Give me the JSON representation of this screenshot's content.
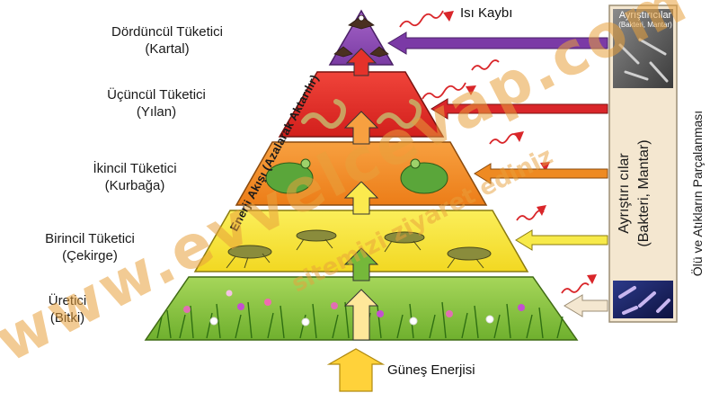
{
  "levels": [
    {
      "name": "Dördüncül Tüketici",
      "organism": "(Kartal)",
      "color": "#8f4bb5"
    },
    {
      "name": "Üçüncül Tüketici",
      "organism": "(Yılan)",
      "color": "#e52a24"
    },
    {
      "name": "İkincil Tüketici",
      "organism": "(Kurbağa)",
      "color": "#f08a22"
    },
    {
      "name": "Birincil Tüketici",
      "organism": "(Çekirge)",
      "color": "#f7e63a"
    },
    {
      "name": "Üretici",
      "organism": "(Bitki)",
      "color": "#86c540"
    }
  ],
  "heat_loss_label": "Isı Kaybı",
  "sun_label": "Güneş Enerjisi",
  "energy_flow_label": "Enerji Akışı (Azalarak Aktarılır)",
  "decomposers_box": {
    "title": "Ayrıştırıcılar",
    "subtitle": "(Bakteri, Mantar)",
    "label_line1": "Ayrıştırı cılar",
    "label_line2": "(Bakteri, Mantar)",
    "side_label": "Ölü ve Atıkların Parçalanması"
  },
  "watermark": "www.evvelcevap.com",
  "watermark_sub": "sitemizi ziyaret ediniz",
  "colors": {
    "box_fill": "#f4e7d0",
    "box_stroke": "#9b8d74",
    "purple_arrow": "#7b3aa6",
    "heat_wave": "#d9262a",
    "sun_arrow": "#ffd23a"
  }
}
